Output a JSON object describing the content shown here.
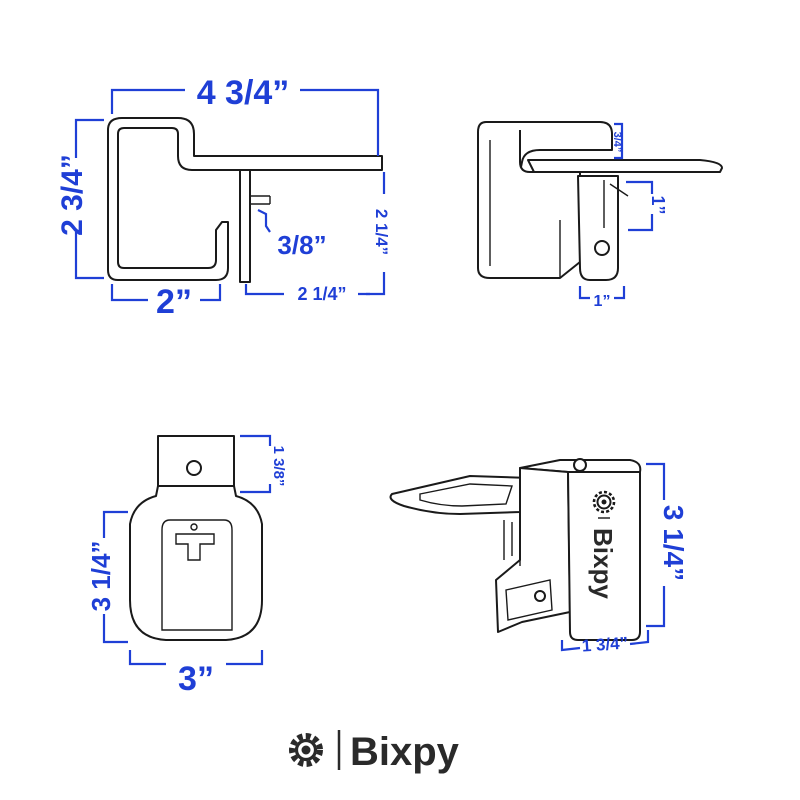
{
  "dimensions": {
    "top_width": "4 3/4”",
    "left_height": "2 3/4”",
    "base_width": "2”",
    "slot_width": "3/8”",
    "plate_height": "2 1/4”",
    "plate_depth": "2 1/4”",
    "side_small_height": "3/4”",
    "side_tab_height": "1”",
    "side_base_width": "1”",
    "front_tab_height": "1 3/8”",
    "front_height": "3 1/4”",
    "front_width": "3”",
    "iso_height": "3 1/4”",
    "iso_width": "1 3/4”"
  },
  "brand": {
    "name": "Bixpy",
    "product_label": "Bixpy",
    "icon": "gear-icon"
  },
  "colors": {
    "dimension": "#1f3fd6",
    "outline": "#1a1a1a",
    "background": "#ffffff"
  }
}
